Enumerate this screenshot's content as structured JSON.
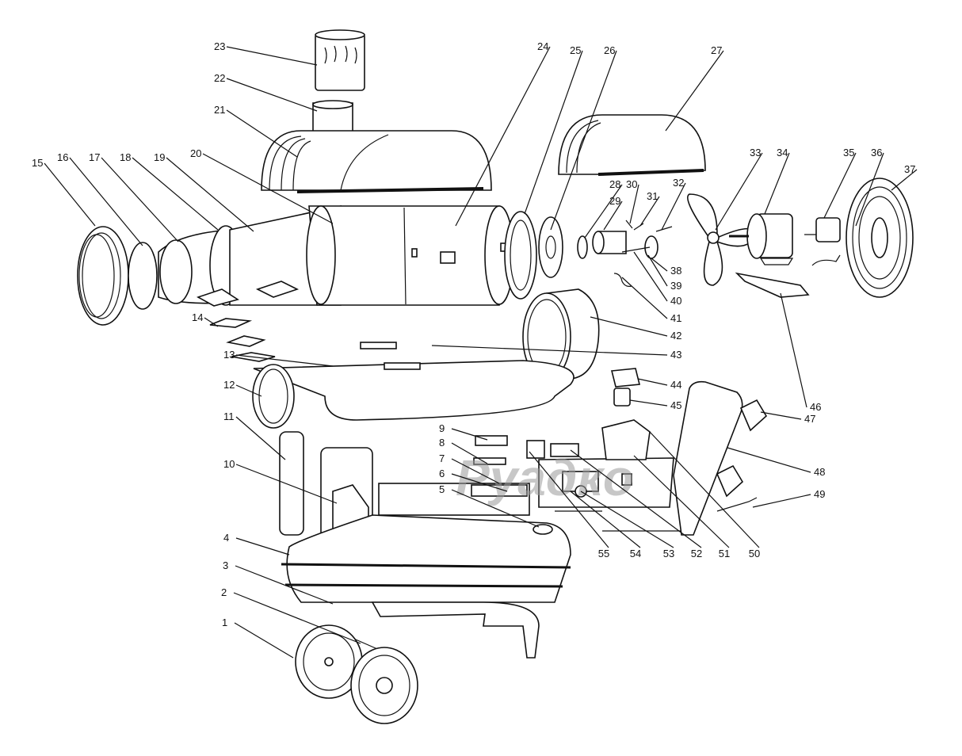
{
  "diagram": {
    "labels": [
      "1",
      "2",
      "3",
      "4",
      "5",
      "6",
      "7",
      "8",
      "9",
      "10",
      "11",
      "12",
      "13",
      "14",
      "15",
      "16",
      "17",
      "18",
      "19",
      "20",
      "21",
      "22",
      "23",
      "24",
      "25",
      "26",
      "27",
      "28",
      "29",
      "30",
      "31",
      "32",
      "33",
      "34",
      "35",
      "36",
      "37",
      "38",
      "39",
      "40",
      "41",
      "42",
      "43",
      "44",
      "45",
      "46",
      "47",
      "48",
      "49",
      "50",
      "51",
      "52",
      "53",
      "54",
      "55"
    ],
    "watermark": "Руадко"
  }
}
